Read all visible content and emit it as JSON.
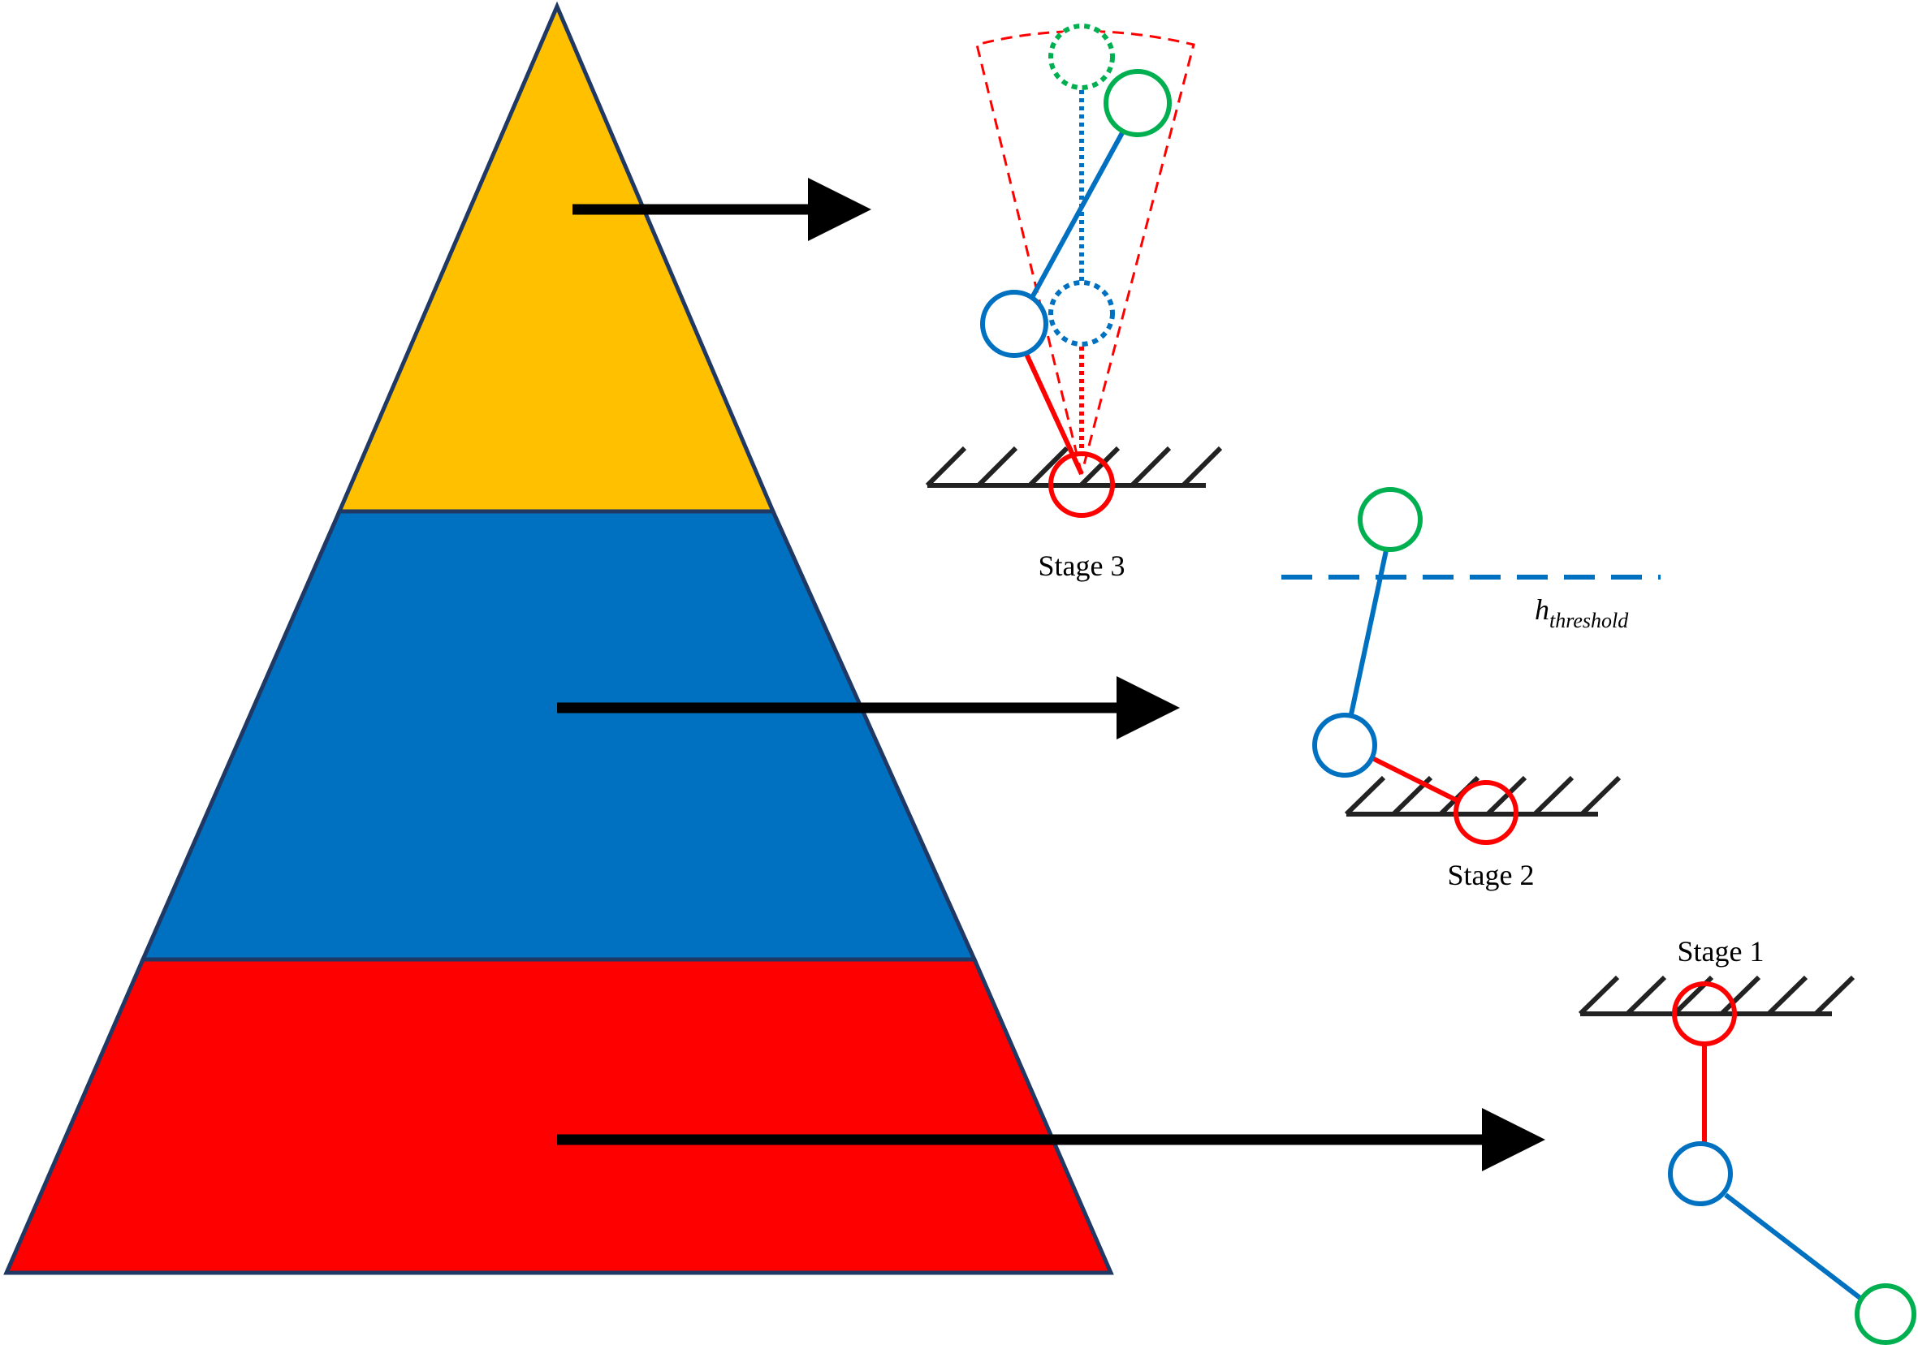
{
  "labels": {
    "stage1": "Stage 1",
    "stage2": "Stage 2",
    "stage3": "Stage 3",
    "threshold_main": "h",
    "threshold_sub": "threshold"
  },
  "colors": {
    "pyramid_top": "#FFC000",
    "pyramid_middle": "#0070C0",
    "pyramid_bottom": "#FF0000",
    "pyramid_outline": "#1F3864",
    "link_red": "#FF0000",
    "link_blue": "#0070C0",
    "joint_green": "#00B050",
    "ground": "#222222",
    "arrow": "#000000"
  }
}
